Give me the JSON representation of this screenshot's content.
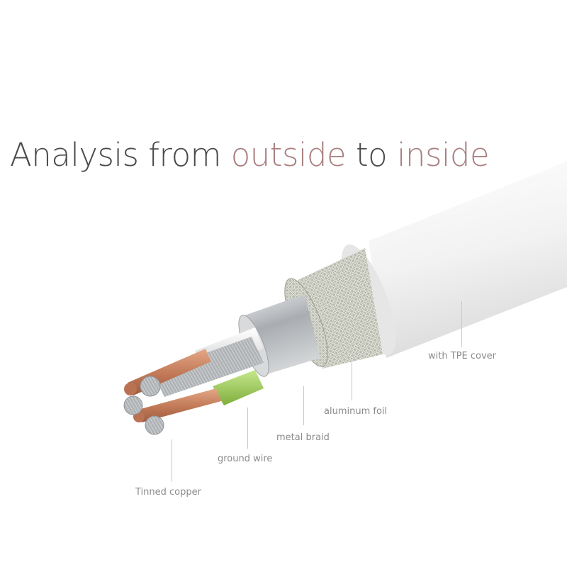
{
  "headline": {
    "part1": "Analysis from ",
    "part2": "outside",
    "part3": " to ",
    "part4": "inside"
  },
  "labels": {
    "tpe_cover": "with TPE cover",
    "aluminum_foil": "aluminum foil",
    "metal_braid": "metal braid",
    "ground_wire": "ground wire",
    "tinned_copper": "Tinned copper"
  },
  "colors": {
    "headline_dark": "#4a4a4a",
    "headline_accent": "#a97f80",
    "label_text": "#8a8a8a",
    "leader_line": "#c8c8c8",
    "jacket": "#f4f4f4",
    "braid": "#c9cbc1",
    "foil": "#b9bcbf",
    "copper": "#c88664",
    "green_wire": "#9ccc58"
  }
}
